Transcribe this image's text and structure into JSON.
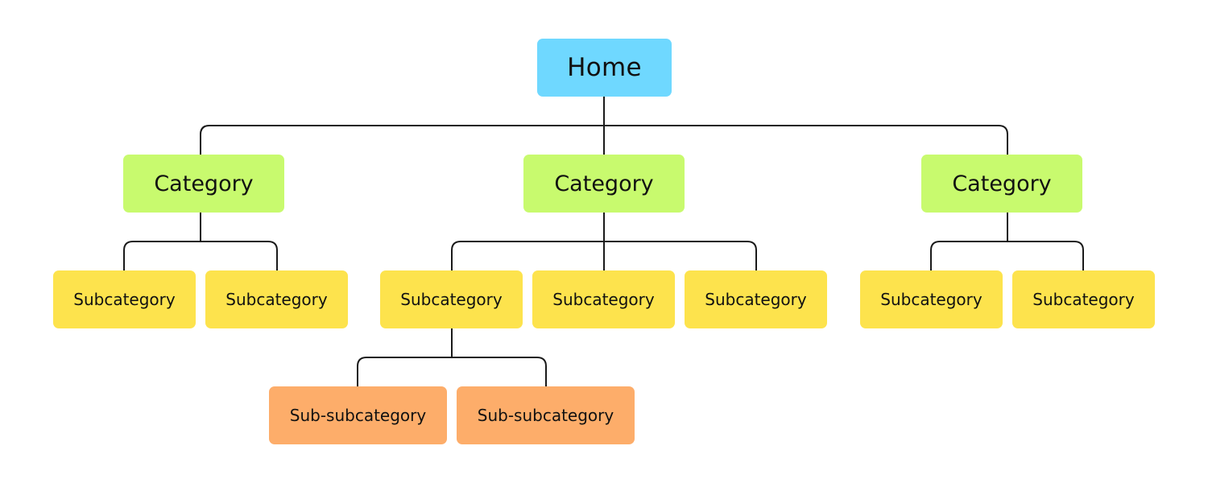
{
  "colors": {
    "home": "#6fd8ff",
    "category": "#c8fa6e",
    "subcategory": "#fde34d",
    "subsubcategory": "#fdad6a",
    "connector": "#1a1a1a"
  },
  "home": {
    "label": "Home"
  },
  "categories": [
    {
      "label": "Category",
      "subcategories": [
        {
          "label": "Subcategory"
        },
        {
          "label": "Subcategory"
        }
      ]
    },
    {
      "label": "Category",
      "subcategories": [
        {
          "label": "Subcategory",
          "children": [
            {
              "label": "Sub-subcategory"
            },
            {
              "label": "Sub-subcategory"
            }
          ]
        },
        {
          "label": "Subcategory"
        },
        {
          "label": "Subcategory"
        }
      ]
    },
    {
      "label": "Category",
      "subcategories": [
        {
          "label": "Subcategory"
        },
        {
          "label": "Subcategory"
        }
      ]
    }
  ]
}
